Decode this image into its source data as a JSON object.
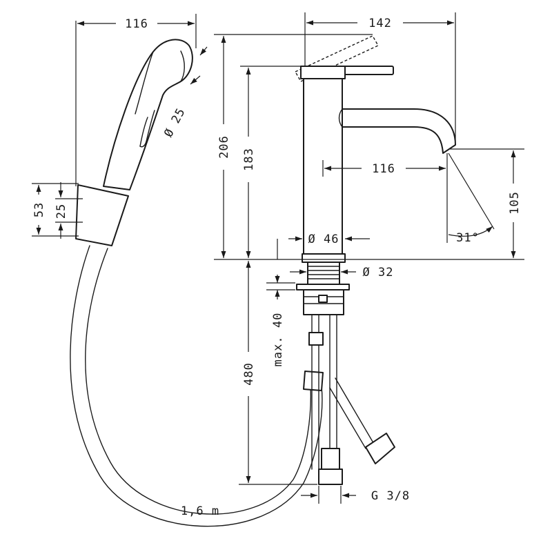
{
  "drawing": {
    "labels": {
      "handshower_width": "116",
      "handshower_diameter": "Ø 25",
      "holder_height": "53",
      "holder_inner": "25",
      "tap_total_height": "206",
      "tap_spout_height": "183",
      "spout_reach_top": "142",
      "spout_reach": "116",
      "spout_clearance": "105",
      "spout_angle": "31°",
      "body_diameter": "Ø 46",
      "base_diameter": "Ø 32",
      "max_thickness": "max. 40",
      "hose_drop": "480",
      "hose_length": "1,6 m",
      "connection": "G 3/8"
    }
  }
}
